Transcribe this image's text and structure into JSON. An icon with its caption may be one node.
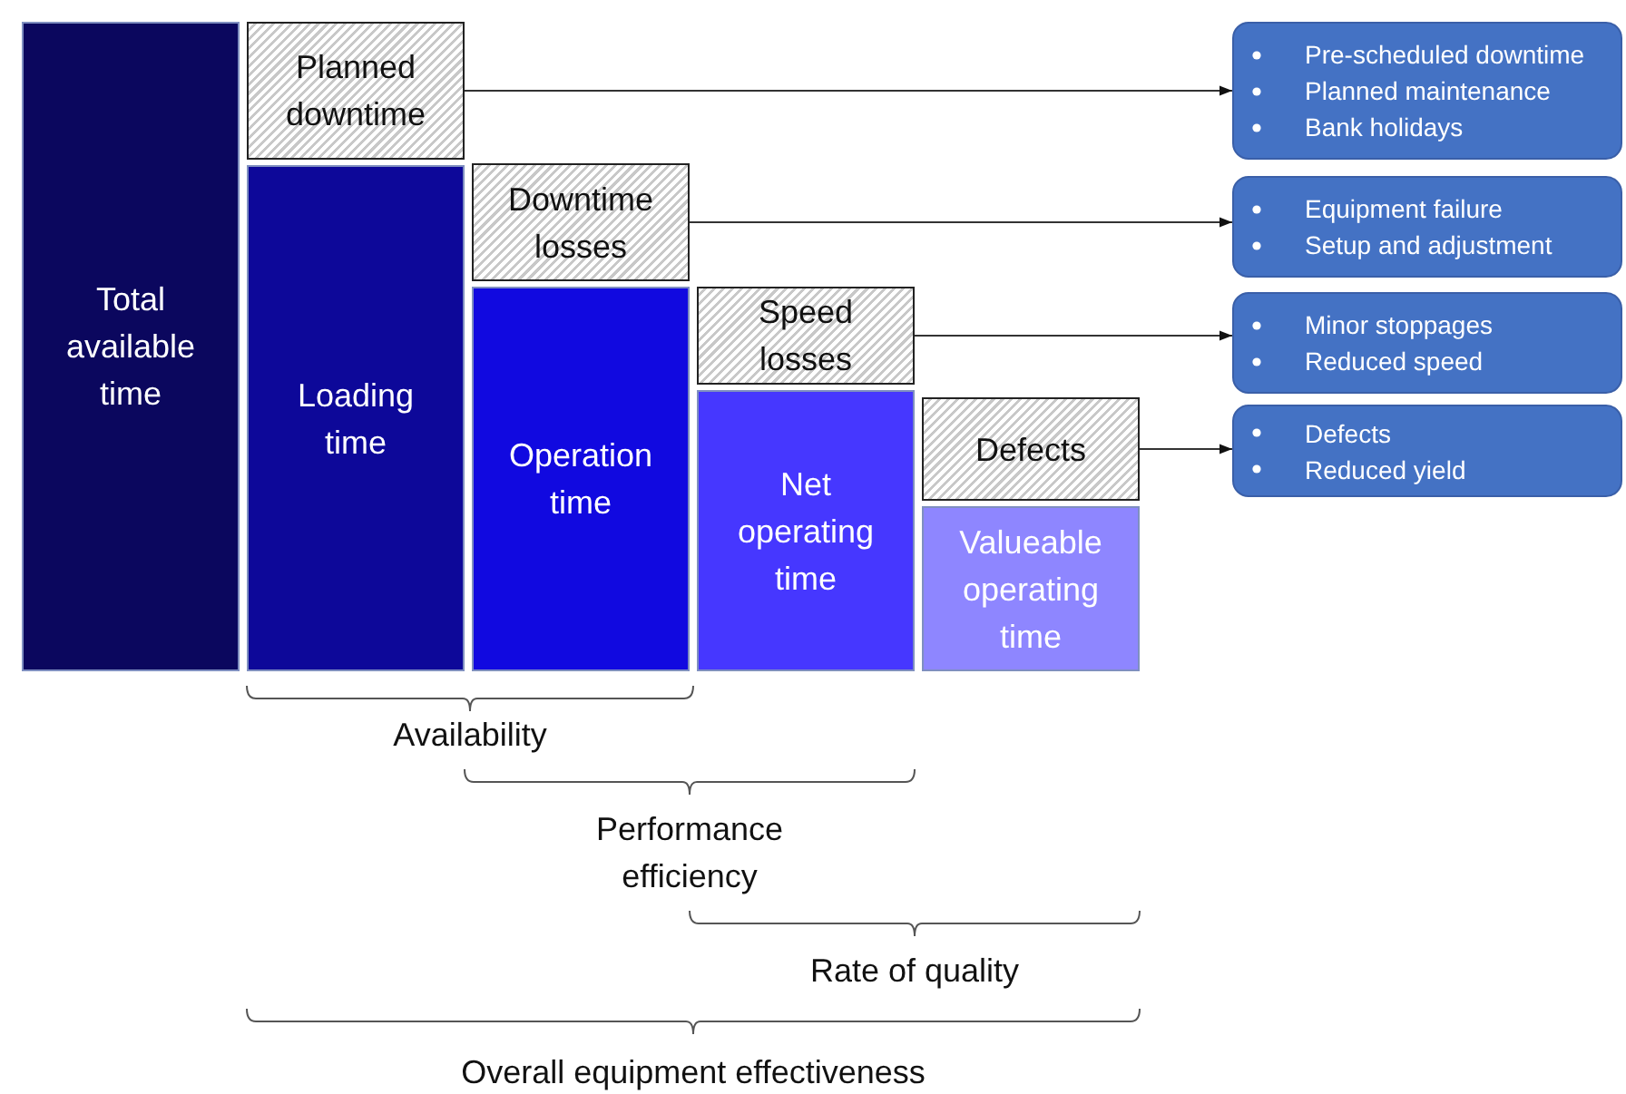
{
  "diagram": {
    "nodes": [
      {
        "text": [
          "Total available time"
        ]
      },
      {
        "text": [
          "Planned downtime"
        ]
      },
      {
        "text": [
          "Loading time"
        ]
      },
      {
        "text": [
          "Downtime losses"
        ]
      },
      {
        "text": [
          "Operation time"
        ]
      },
      {
        "text": [
          "Speed losses"
        ]
      },
      {
        "text": [
          "Net operating time"
        ]
      },
      {
        "text": [
          "Defects"
        ]
      },
      {
        "text": [
          "Valueable operating time"
        ]
      },
      {
        "text": [
          "Pre-scheduled downtime",
          "Planned maintenance",
          "Bank holidays"
        ]
      },
      {
        "text": [
          "Equipment failure",
          "Setup and adjustment"
        ]
      },
      {
        "text": [
          "Minor stoppages",
          "Reduced speed"
        ]
      },
      {
        "text": [
          "Defects",
          "Reduced yield"
        ]
      }
    ],
    "edges": [
      {
        "from": 1,
        "to": 9,
        "arrow": "to"
      },
      {
        "from": 3,
        "to": 10,
        "arrow": "to"
      },
      {
        "from": 5,
        "to": 11,
        "arrow": "to"
      },
      {
        "from": 7,
        "to": 12,
        "arrow": "to"
      }
    ],
    "labels": [
      "Availability",
      "Performance efficiency",
      "Rate of quality",
      "Overall equipment effectiveness"
    ]
  }
}
